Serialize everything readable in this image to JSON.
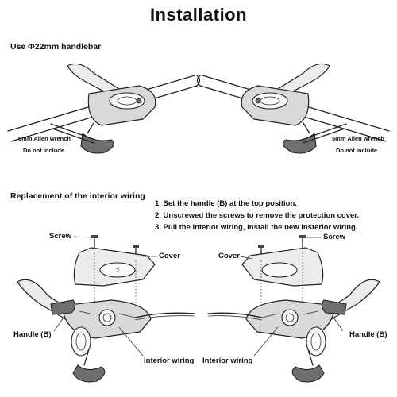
{
  "title": "Installation",
  "handlebar_note": "Use Φ22mm handlebar",
  "wrench_left": {
    "line1": "5mm Allen wrench",
    "line2": "Do not include"
  },
  "wrench_right": {
    "line1": "5mm Allen wrench",
    "line2": "Do not include"
  },
  "replacement_heading": "Replacement of the interior wiring",
  "steps": [
    "1. Set the handle (B) at the top position.",
    "2. Unscrewed the screws to remove the protection cover.",
    "3. Pull the interior wiring, install the new insterior wiring."
  ],
  "left_diagram": {
    "screw": "Screw",
    "cover": "Cover",
    "handle": "Handle (B)",
    "wiring": "Interior wiring"
  },
  "right_diagram": {
    "screw": "Screw",
    "cover": "Cover",
    "handle": "Handle (B)",
    "wiring": "Interior wiring"
  }
}
